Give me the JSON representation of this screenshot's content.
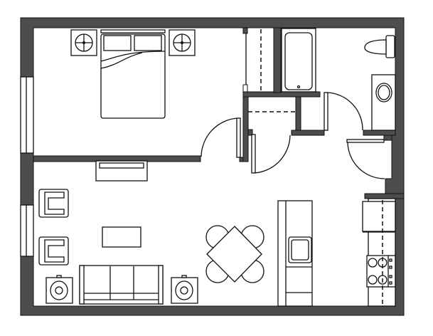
{
  "colors": {
    "wall": "#4d4d4d",
    "line": "#111111",
    "background": "#ffffff"
  },
  "rooms": [
    "bedroom",
    "closet",
    "bathroom",
    "living-room",
    "dining-area",
    "kitchen",
    "entry"
  ]
}
